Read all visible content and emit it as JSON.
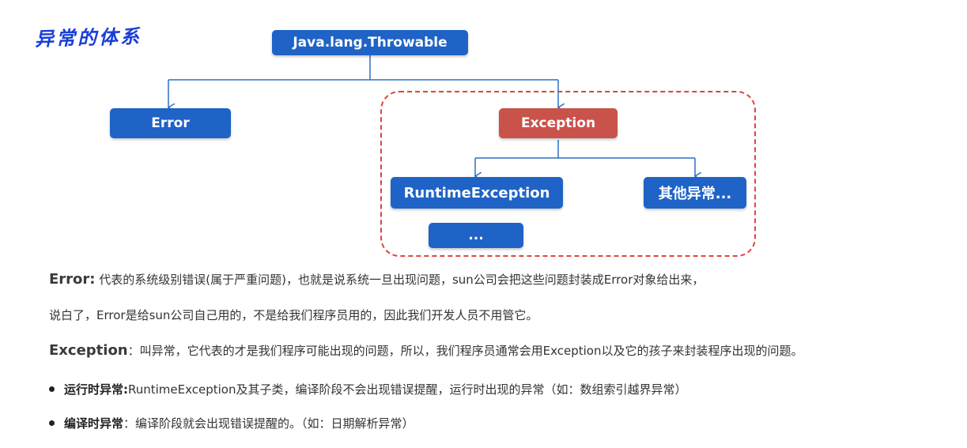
{
  "title": "异常的体系",
  "diagram": {
    "nodes": {
      "throwable": "Java.lang.Throwable",
      "error": "Error",
      "exception": "Exception",
      "runtime": "RuntimeException",
      "other": "其他异常...",
      "ellipsis": "..."
    },
    "colors": {
      "node_blue": "#1f63c6",
      "node_red": "#c9524a",
      "connector": "#2f6fc3",
      "group_border": "#e0443a"
    }
  },
  "text": {
    "error_term": "Error:",
    "error_line1": " 代表的系统级别错误(属于严重问题)，也就是说系统一旦出现问题，sun公司会把这些问题封装成Error对象给出来，",
    "error_line2": "说白了，Error是给sun公司自己用的，不是给我们程序员用的，因此我们开发人员不用管它。",
    "exception_term": "Exception",
    "exception_line": "：叫异常，它代表的才是我们程序可能出现的问题，所以，我们程序员通常会用Exception以及它的孩子来封装程序出现的问题。",
    "runtime_term": "运行时异常:",
    "runtime_line": " RuntimeException及其子类，编译阶段不会出现错误提醒，运行时出现的异常（如：数组索引越界异常）",
    "compile_term": "编译时异常",
    "compile_line": "：编译阶段就会出现错误提醒的。（如：日期解析异常）"
  }
}
